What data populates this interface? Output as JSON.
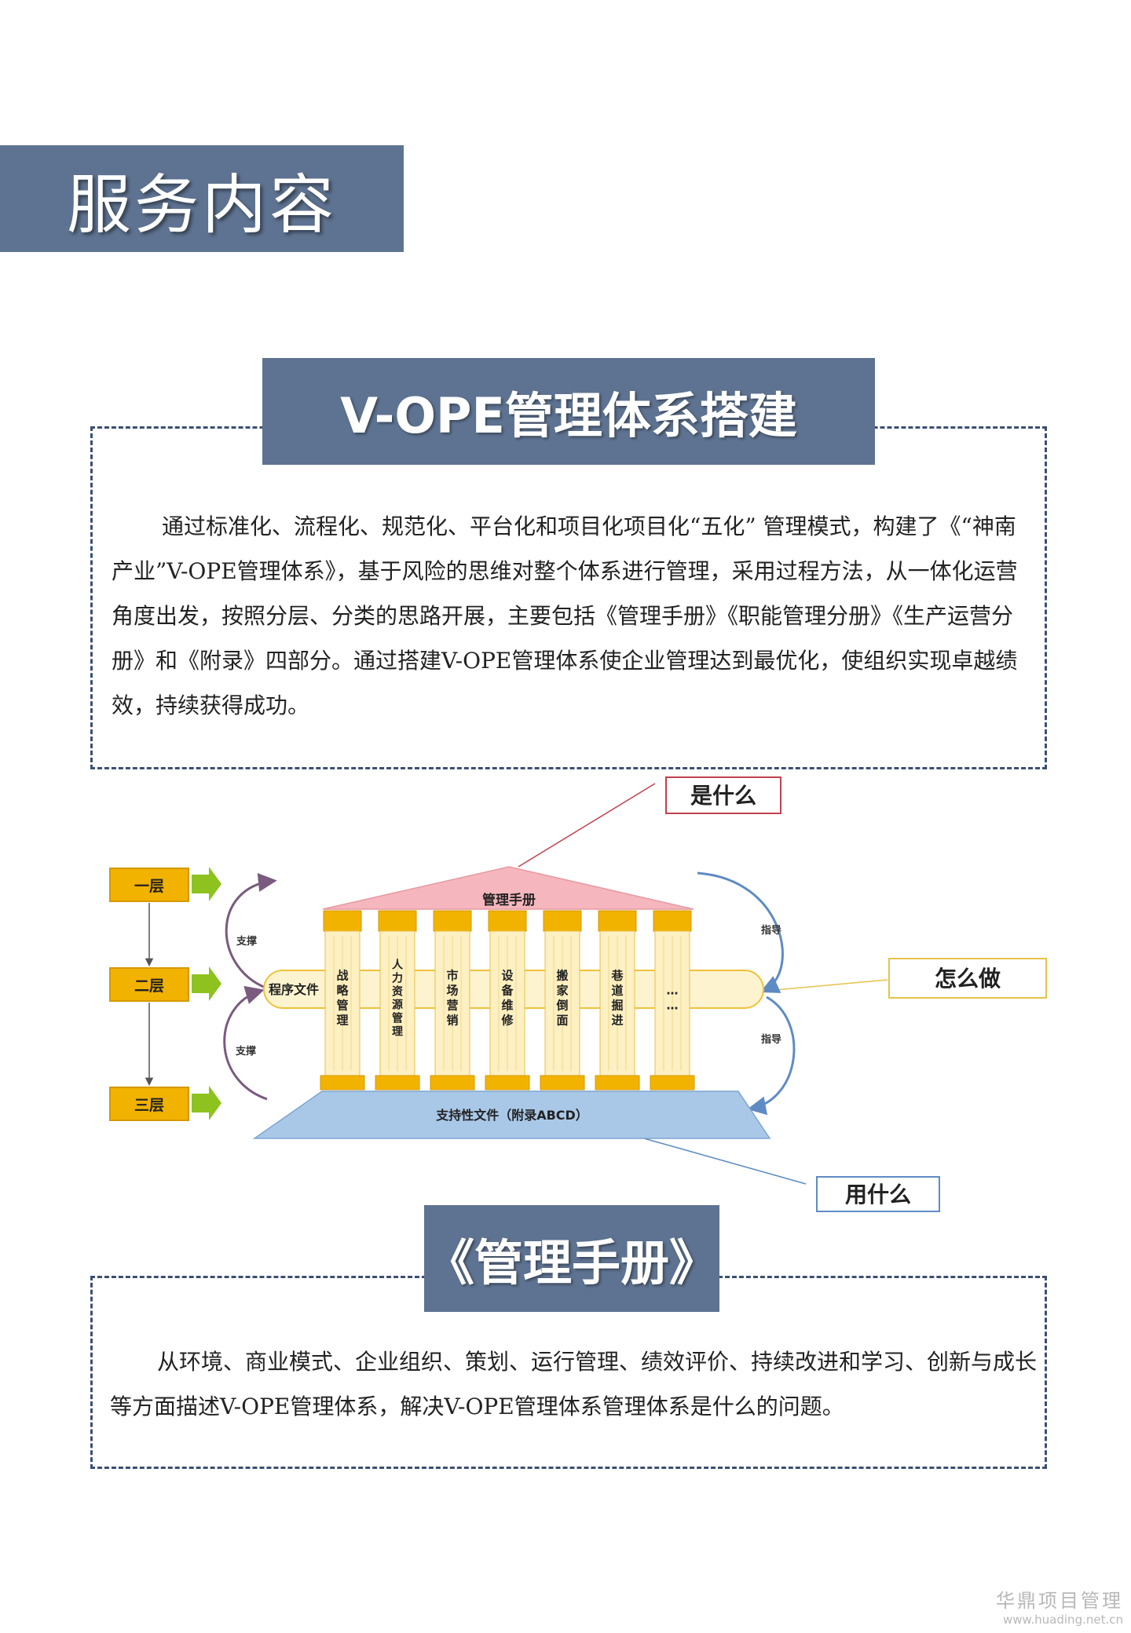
{
  "page_title": "服务内容",
  "section1": {
    "title": "V-OPE管理体系搭建",
    "paragraph": "通过标准化、流程化、规范化、平台化和项目化项目化“五化” 管理模式，构建了《“神南产业”V-OPE管理体系》，基于风险的思维对整个体系进行管理，采用过程方法，从一体化运营角度出发，按照分层、分类的思路开展，主要包括《管理手册》《职能管理分册》《生产运营分册》和《附录》四部分。通过搭建V-OPE管理体系使企业管理达到最优化，使组织实现卓越绩效，持续获得成功。"
  },
  "diagram": {
    "callout_what": "是什么",
    "callout_how": "怎么做",
    "callout_with": "用什么",
    "layers": [
      "一层",
      "二层",
      "三层"
    ],
    "support_label": "支撑",
    "guide_label": "指导",
    "roof_label": "管理手册",
    "band_label": "程序文件",
    "base_label": "支持性文件（附录ABCD）",
    "pillars": [
      "战略管理",
      "人力资源管理",
      "市场营销",
      "设备维修",
      "搬家倒面",
      "巷道掘进",
      "……"
    ],
    "colors": {
      "roof": "#f6b6bd",
      "pillar_cap": "#f2b200",
      "pillar_body": "#fdf0c2",
      "base": "#a9c8e8",
      "layer_tag": "#f2b200",
      "arrow_green": "#8dc21f"
    }
  },
  "section2": {
    "title": "《管理手册》",
    "paragraph": "从环境、商业模式、企业组织、策划、运行管理、绩效评价、持续改进和学习、创新与成长等方面描述V-OPE管理体系，解决V-OPE管理体系管理体系是什么的问题。"
  },
  "watermark": {
    "name": "华鼎项目管理",
    "url": "www.huading.net.cn"
  }
}
